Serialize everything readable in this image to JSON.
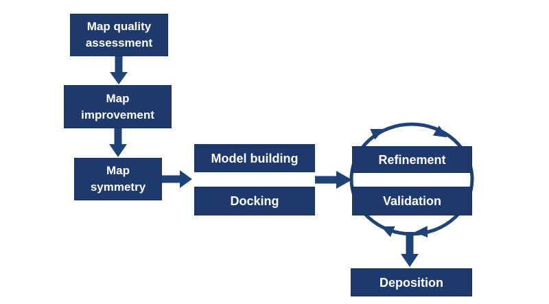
{
  "diagram": {
    "colors": {
      "node_fill": "#1e3a6c",
      "arrow": "#1f4376",
      "node_text": "#ffffff",
      "background": "#ffffff"
    },
    "nodes": [
      {
        "id": "map-quality-assessment",
        "label": "Map quality\nassessment"
      },
      {
        "id": "map-improvement",
        "label": "Map\nimprovement"
      },
      {
        "id": "map-symmetry",
        "label": "Map\nsymmetry"
      },
      {
        "id": "model-building",
        "label": "Model building"
      },
      {
        "id": "docking",
        "label": "Docking"
      },
      {
        "id": "refinement",
        "label": "Refinement"
      },
      {
        "id": "validation",
        "label": "Validation"
      },
      {
        "id": "deposition",
        "label": "Deposition"
      }
    ],
    "edges": [
      {
        "from": "Map quality assessment",
        "to": "Map improvement",
        "style": "straight-arrow"
      },
      {
        "from": "Map improvement",
        "to": "Map symmetry",
        "style": "straight-arrow"
      },
      {
        "from": "Map symmetry",
        "to": "Model building / Docking",
        "style": "straight-arrow"
      },
      {
        "from": "Model building / Docking",
        "to": "Refinement / Validation",
        "style": "straight-arrow"
      },
      {
        "from": "Refinement",
        "to": "Validation",
        "style": "clockwise-cycle"
      },
      {
        "from": "Refinement / Validation cycle",
        "to": "Deposition",
        "style": "straight-arrow"
      }
    ]
  }
}
